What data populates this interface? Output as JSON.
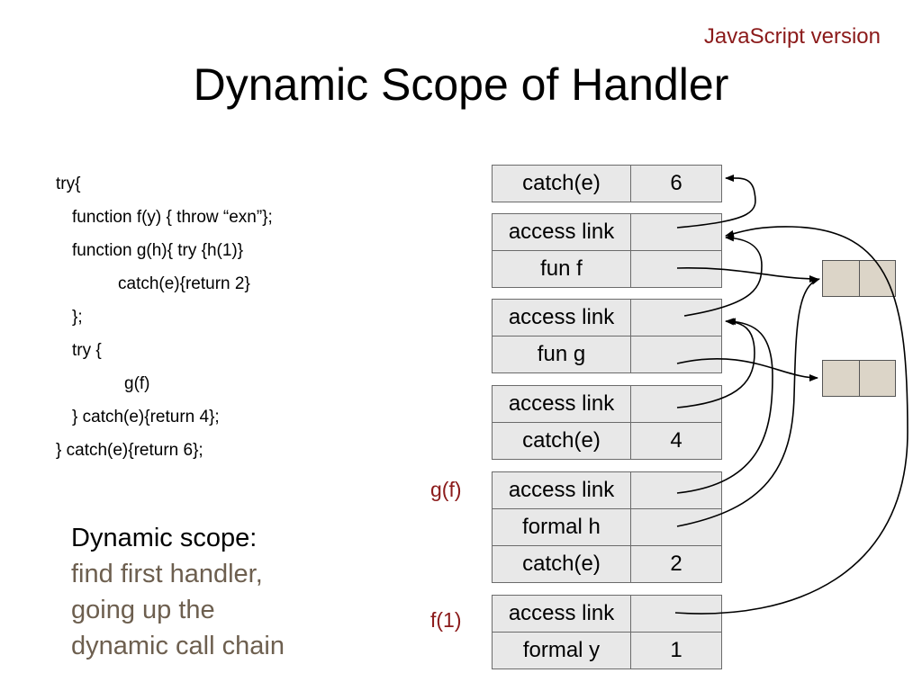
{
  "header": {
    "version_tag": "JavaScript version",
    "title": "Dynamic Scope of Handler"
  },
  "code_lines": [
    "try{",
    "function f(y) { throw “exn”};",
    "function g(h){ try {h(1)}",
    "catch(e){return 2}",
    "};",
    "try {",
    "g(f)",
    "} catch(e){return 4};",
    "} catch(e){return 6};"
  ],
  "summary": {
    "heading": "Dynamic scope:",
    "lines": [
      "find first handler,",
      "going up the",
      "dynamic call chain"
    ]
  },
  "frames": {
    "outer_handler": {
      "key": "catch(e)",
      "value": "6"
    },
    "decls_f": {
      "rows": [
        {
          "key": "access link",
          "value": ""
        },
        {
          "key": "fun f",
          "value": ""
        }
      ]
    },
    "decls_g": {
      "rows": [
        {
          "key": "access link",
          "value": ""
        },
        {
          "key": "fun g",
          "value": ""
        }
      ]
    },
    "inner_handler": {
      "rows": [
        {
          "key": "access link",
          "value": ""
        },
        {
          "key": "catch(e)",
          "value": "4"
        }
      ]
    },
    "call_g": {
      "label": "g(f)",
      "rows": [
        {
          "key": "access link",
          "value": ""
        },
        {
          "key": "formal h",
          "value": ""
        },
        {
          "key": "catch(e)",
          "value": "2"
        }
      ]
    },
    "call_f": {
      "label": "f(1)",
      "rows": [
        {
          "key": "access link",
          "value": ""
        },
        {
          "key": "formal y",
          "value": "1"
        }
      ]
    }
  },
  "colors": {
    "accent_red": "#8b1a1a",
    "summary_brown": "#6d5f4f",
    "cell_gray": "#e8e8e8",
    "closure_tan": "#dcd5c8"
  }
}
